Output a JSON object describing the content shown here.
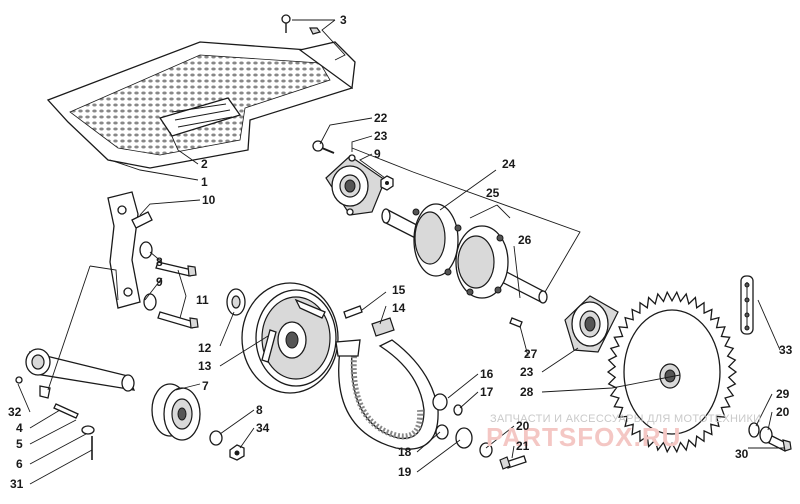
{
  "callouts": {
    "c1": "1",
    "c2": "2",
    "c3": "3",
    "c4": "4",
    "c5": "5",
    "c6": "6",
    "c7": "7",
    "c8a": "8",
    "c8b": "8",
    "c9": "9",
    "c10": "10",
    "c11": "11",
    "c12": "12",
    "c13": "13",
    "c14": "14",
    "c15": "15",
    "c16": "16",
    "c17": "17",
    "c18": "18",
    "c19": "19",
    "c20a": "20",
    "c20b": "20",
    "c21": "21",
    "c22": "22",
    "c23a": "23",
    "c23b": "23",
    "c24": "24",
    "c25": "25",
    "c26": "26",
    "c27": "27",
    "c28": "28",
    "c29": "29",
    "c30": "30",
    "c31": "31",
    "c32": "32",
    "c33": "33",
    "c34": "34"
  },
  "watermark": {
    "tagline": "ЗАПЧАСТИ И АКСЕССУАРЫ ДЛЯ МОТОТЕХНИКИ",
    "logo": "PARTSFOX.RU"
  }
}
